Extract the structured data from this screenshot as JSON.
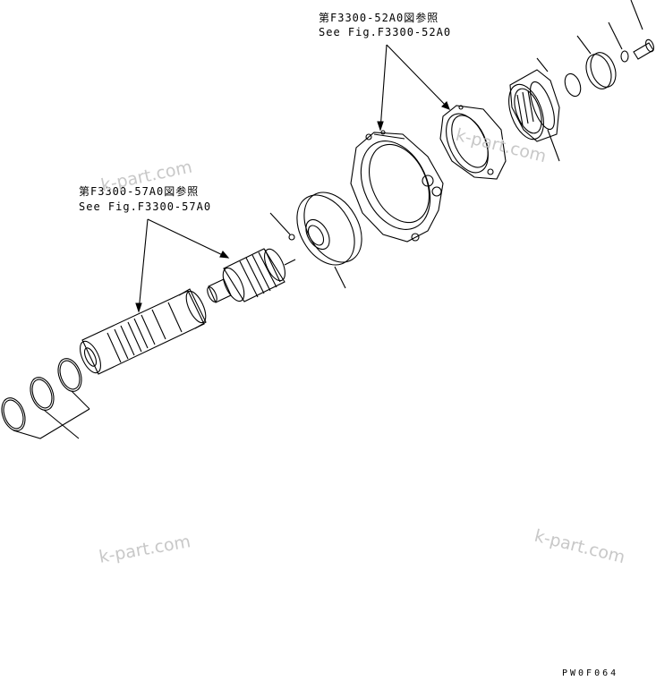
{
  "callouts": {
    "housing_ref_jp": "第F3300-52A0図参照",
    "housing_ref_en": "See Fig.F3300-52A0",
    "shaft_ref_jp": "第F3300-57A0図参照",
    "shaft_ref_en": "See Fig.F3300-57A0"
  },
  "watermarks": [
    "k-part.com",
    "k-part.com",
    "k-part.com",
    "k-part.com"
  ],
  "drawing_code": "PW0F064",
  "colors": {
    "line": "#000000",
    "watermark": "#c8c8c8",
    "background": "#ffffff"
  }
}
